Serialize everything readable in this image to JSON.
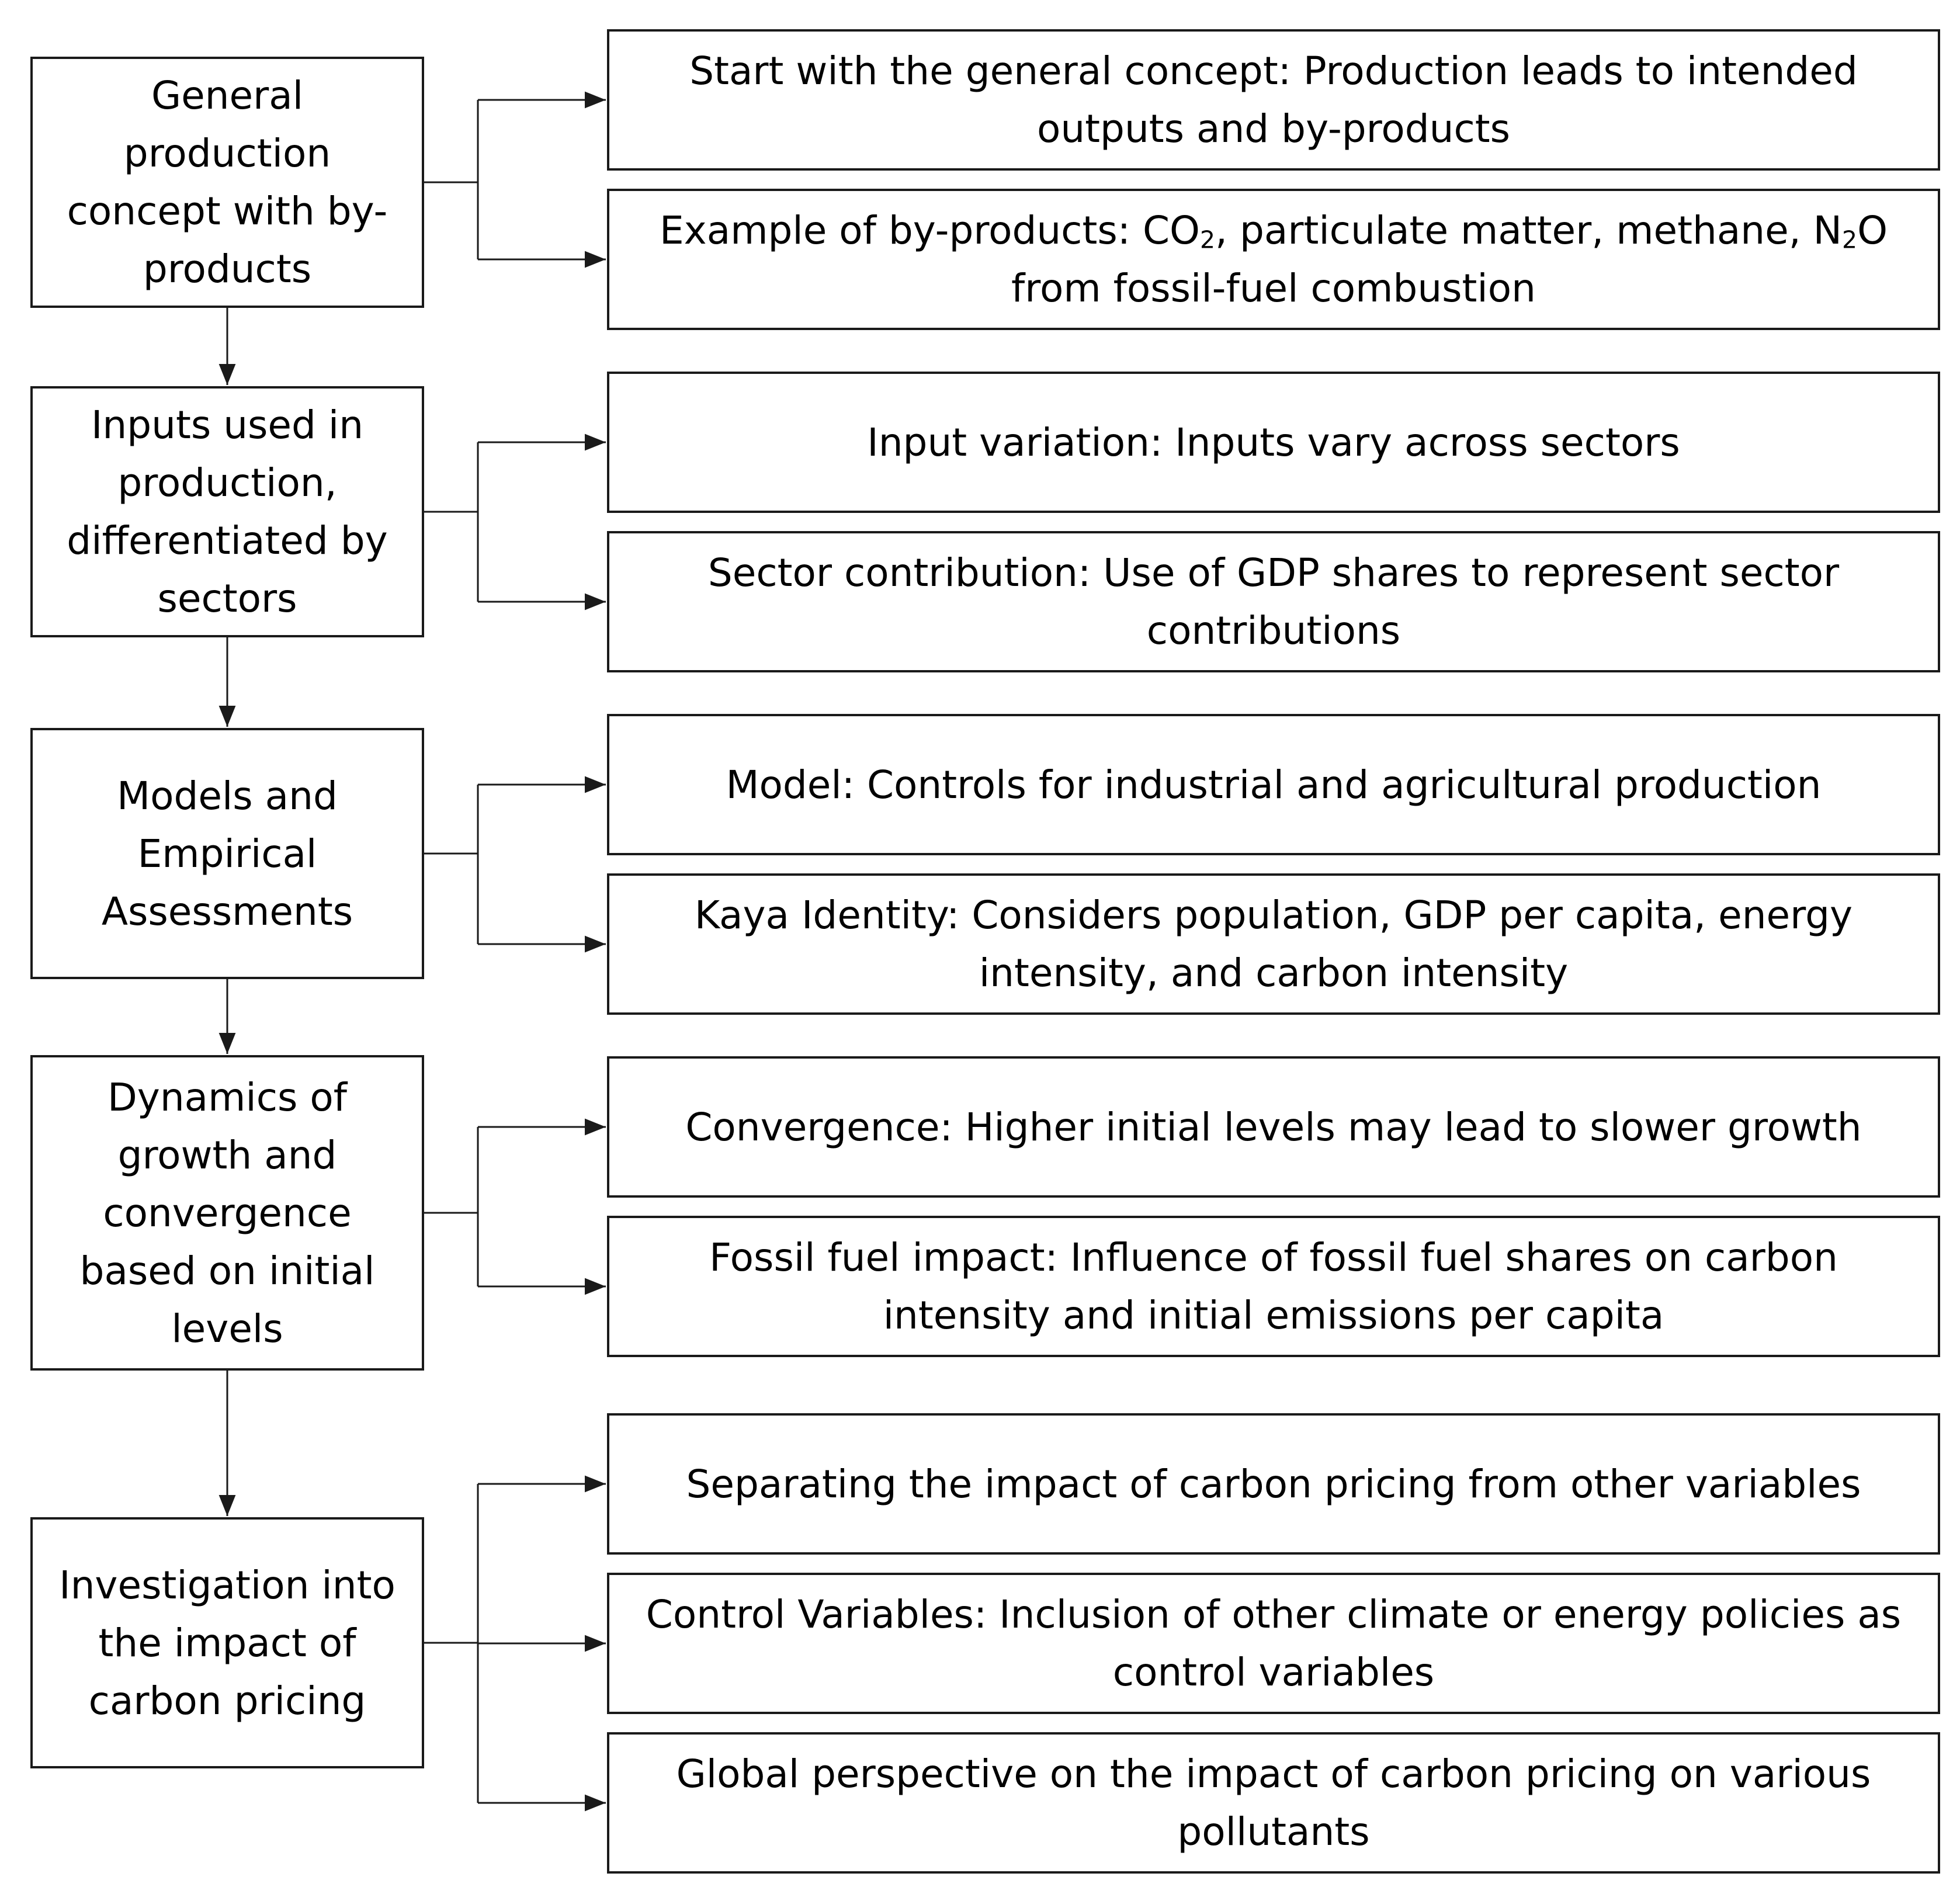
{
  "stages": [
    {
      "label": "General production concept with by-products",
      "items": [
        {
          "text": "Start with the general concept: Production leads to intended outputs and by-products"
        },
        {
          "text_parts": [
            "Example of by-products: CO",
            "2",
            ", particulate matter, methane, N",
            "2",
            "O from fossil-fuel combustion"
          ]
        }
      ]
    },
    {
      "label": "Inputs used in production, differentiated by sectors",
      "items": [
        {
          "text": "Input variation: Inputs vary across sectors"
        },
        {
          "text": "Sector contribution: Use of GDP shares to represent sector contributions"
        }
      ]
    },
    {
      "label": "Models and Empirical Assessments",
      "items": [
        {
          "text": "Model: Controls for industrial and agricultural production"
        },
        {
          "text": "Kaya Identity: Considers population, GDP per capita, energy intensity, and carbon intensity"
        }
      ]
    },
    {
      "label": "Dynamics of growth and convergence based on initial levels",
      "items": [
        {
          "text": "Convergence: Higher initial levels may lead to slower growth"
        },
        {
          "text": "Fossil fuel impact: Influence of fossil fuel shares on carbon intensity and initial emissions per capita"
        }
      ]
    },
    {
      "label": "Investigation into the impact of carbon pricing",
      "items": [
        {
          "text": "Separating the impact of carbon pricing from other variables"
        },
        {
          "text": "Control Variables: Inclusion of other climate or energy policies as control variables"
        },
        {
          "text": "Global perspective on the impact of carbon pricing on various pollutants"
        }
      ]
    }
  ],
  "colors": {
    "line": "#1a1a1a",
    "box_border": "#1a1a1a",
    "background": "#ffffff",
    "text": "#000000"
  }
}
